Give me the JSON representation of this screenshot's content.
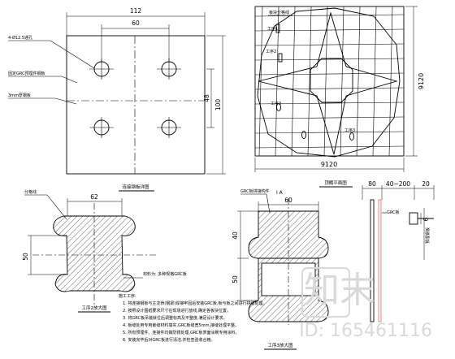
{
  "colors": {
    "line": "#000000",
    "accent": "#dd3333",
    "watermark": "#d9d9d9",
    "background": "#ffffff"
  },
  "plate": {
    "dim_top_outer": "112",
    "dim_top_inner": "60",
    "dim_right_inner": "48",
    "dim_right_outer": "100",
    "label_holes": "4-Ø12.5通孔",
    "label_plate": "固定GRC预埋件钢板",
    "label_thickness": "3mm厚钢板",
    "caption": "连接钢板详图"
  },
  "grid": {
    "dim_width": "9120",
    "dim_height": "9120",
    "label_top": "板块分格线",
    "step_labels": [
      "工序1",
      "工序2",
      "工序3",
      "工序3"
    ],
    "caption": "顶棚平面图"
  },
  "sec_left": {
    "top_label": "分格线",
    "dim_62": "62",
    "dim_50": "50",
    "note": "材料为: 多种规格GRC板",
    "caption": "工序2放大图"
  },
  "sec_mid": {
    "top_label": "GRC板拼接构件",
    "section_mark": "I A",
    "dim_60": "60",
    "dim_40": "40",
    "dim_50": "50",
    "caption": "工序3放大图"
  },
  "sec_right": {
    "dim_80": "80",
    "dim_range": "40~200",
    "dim_20": "20",
    "dim_6": "6",
    "label_a": "GRC板",
    "label_b": "预埋钢板"
  },
  "notes": {
    "title": "施工工序:",
    "lines": [
      "1. 将连接钢板与主龙骨(钢梁)焊接牢固后安装GRC板,板与板之间进行拼缝处理。",
      "2. 按照设计图纸要求尺寸在现场进行放线,确定各板块位置。",
      "3. 将GRC板吊装就位后调整标高及平整度,满足设计要求。",
      "4. 板缝处用专用嵌缝材料填实,GRC板缝宽5mm,接缝处理平整。",
      "5. 所有预埋件、连接件均做防锈处理,GRC板表面涂刷专用涂料。",
      "6. 安装完毕后对GRC板进行清洁,并检查验收合格。"
    ]
  },
  "watermark": {
    "logo_text": "知末",
    "id_text": "ID: 165461116"
  }
}
